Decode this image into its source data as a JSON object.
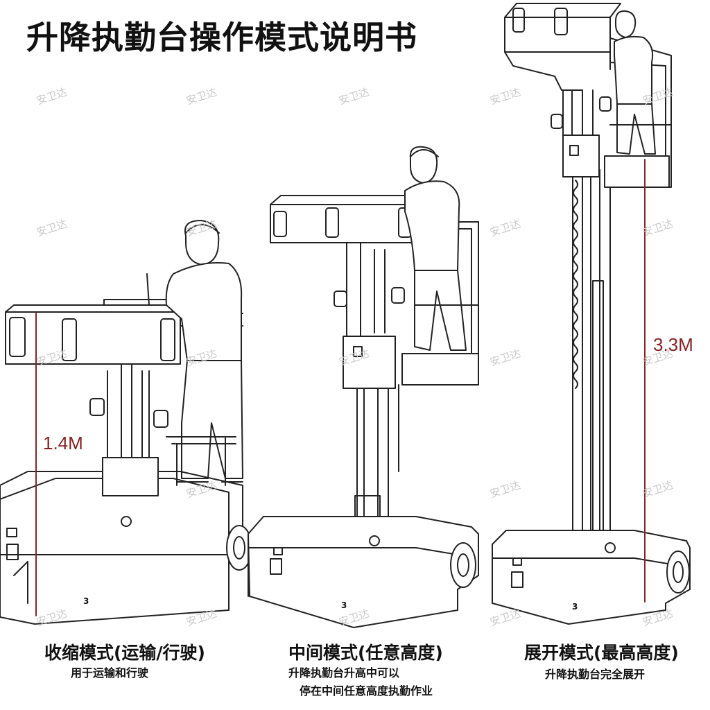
{
  "title": "升降执勤台操作模式说明书",
  "watermark": "安卫达",
  "accent_color": "#8a2222",
  "modes": [
    {
      "title": "收缩模式(运输/行驶)",
      "desc": [
        "用于运输和行驶"
      ],
      "height": "1.4M",
      "page_mark": "3"
    },
    {
      "title": "中间模式(任意高度)",
      "desc": [
        "升降执勤台升高中可以",
        "停在中间任意高度执勤作业"
      ],
      "height": "",
      "page_mark": "3"
    },
    {
      "title": "展开模式(最高高度)",
      "desc": [
        "升降执勤台完全展开"
      ],
      "height": "3.3M",
      "page_mark": "3"
    }
  ]
}
